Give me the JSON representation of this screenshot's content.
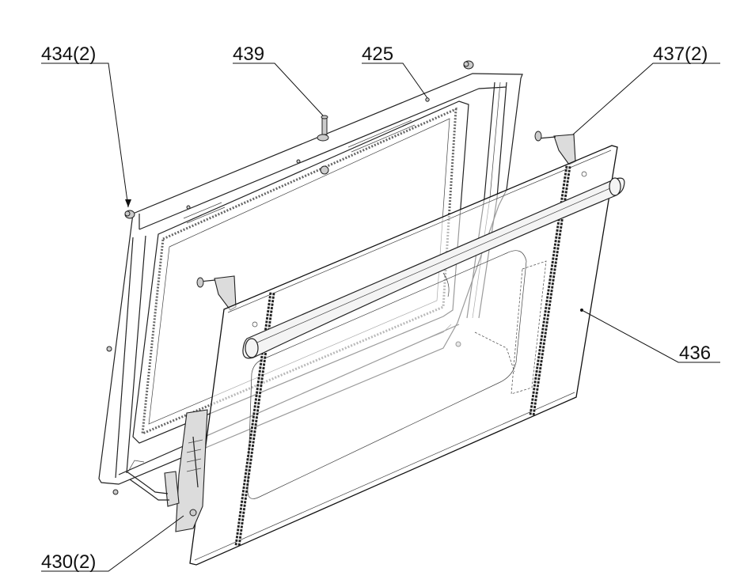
{
  "callouts": {
    "c434": "434(2)",
    "c439": "439",
    "c425": "425",
    "c437": "437(2)",
    "c436": "436",
    "c430": "430(2)"
  }
}
